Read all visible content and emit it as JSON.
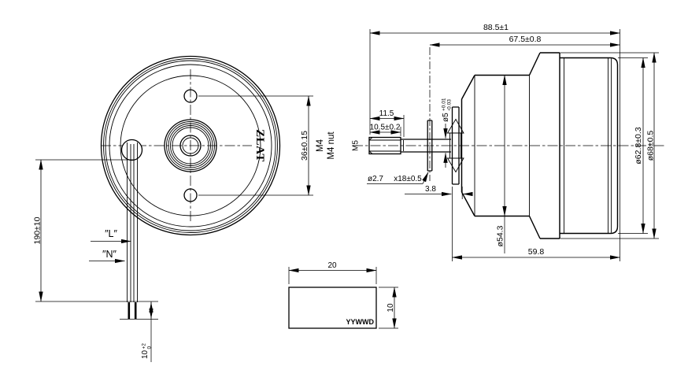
{
  "drawing": {
    "front_view": {
      "logo": "ZLAT",
      "hole_spacing": "36±0.15",
      "hole_thread": "M4",
      "hole_nut": "M4 nut",
      "lead_length": "190±10",
      "lead_live": "″L″",
      "lead_neutral": "″N″",
      "strip_len": "10",
      "strip_tol_up": "+2",
      "strip_tol_low": "0"
    },
    "side_view": {
      "overall_len": "88.5±1",
      "len_to_pin": "67.5±0.8",
      "shaft_ext": "11.5",
      "thread_len": "10.5±0.2",
      "shaft_thread": "M5",
      "shaft_dia": "ø5",
      "shaft_tol_up": "+0.01",
      "shaft_tol_low": "-0.03",
      "pin_dia": "ø2.7",
      "pin_len": "x18±0.5",
      "hub_offset": "3.8",
      "front_dia": "ø54.3",
      "body_len": "59.8",
      "body_dia": "ø62.8±0.3",
      "flange_dia": "ø68±0.5"
    },
    "label_view": {
      "width": "20",
      "height": "10",
      "date_code": "YYWWD"
    }
  }
}
